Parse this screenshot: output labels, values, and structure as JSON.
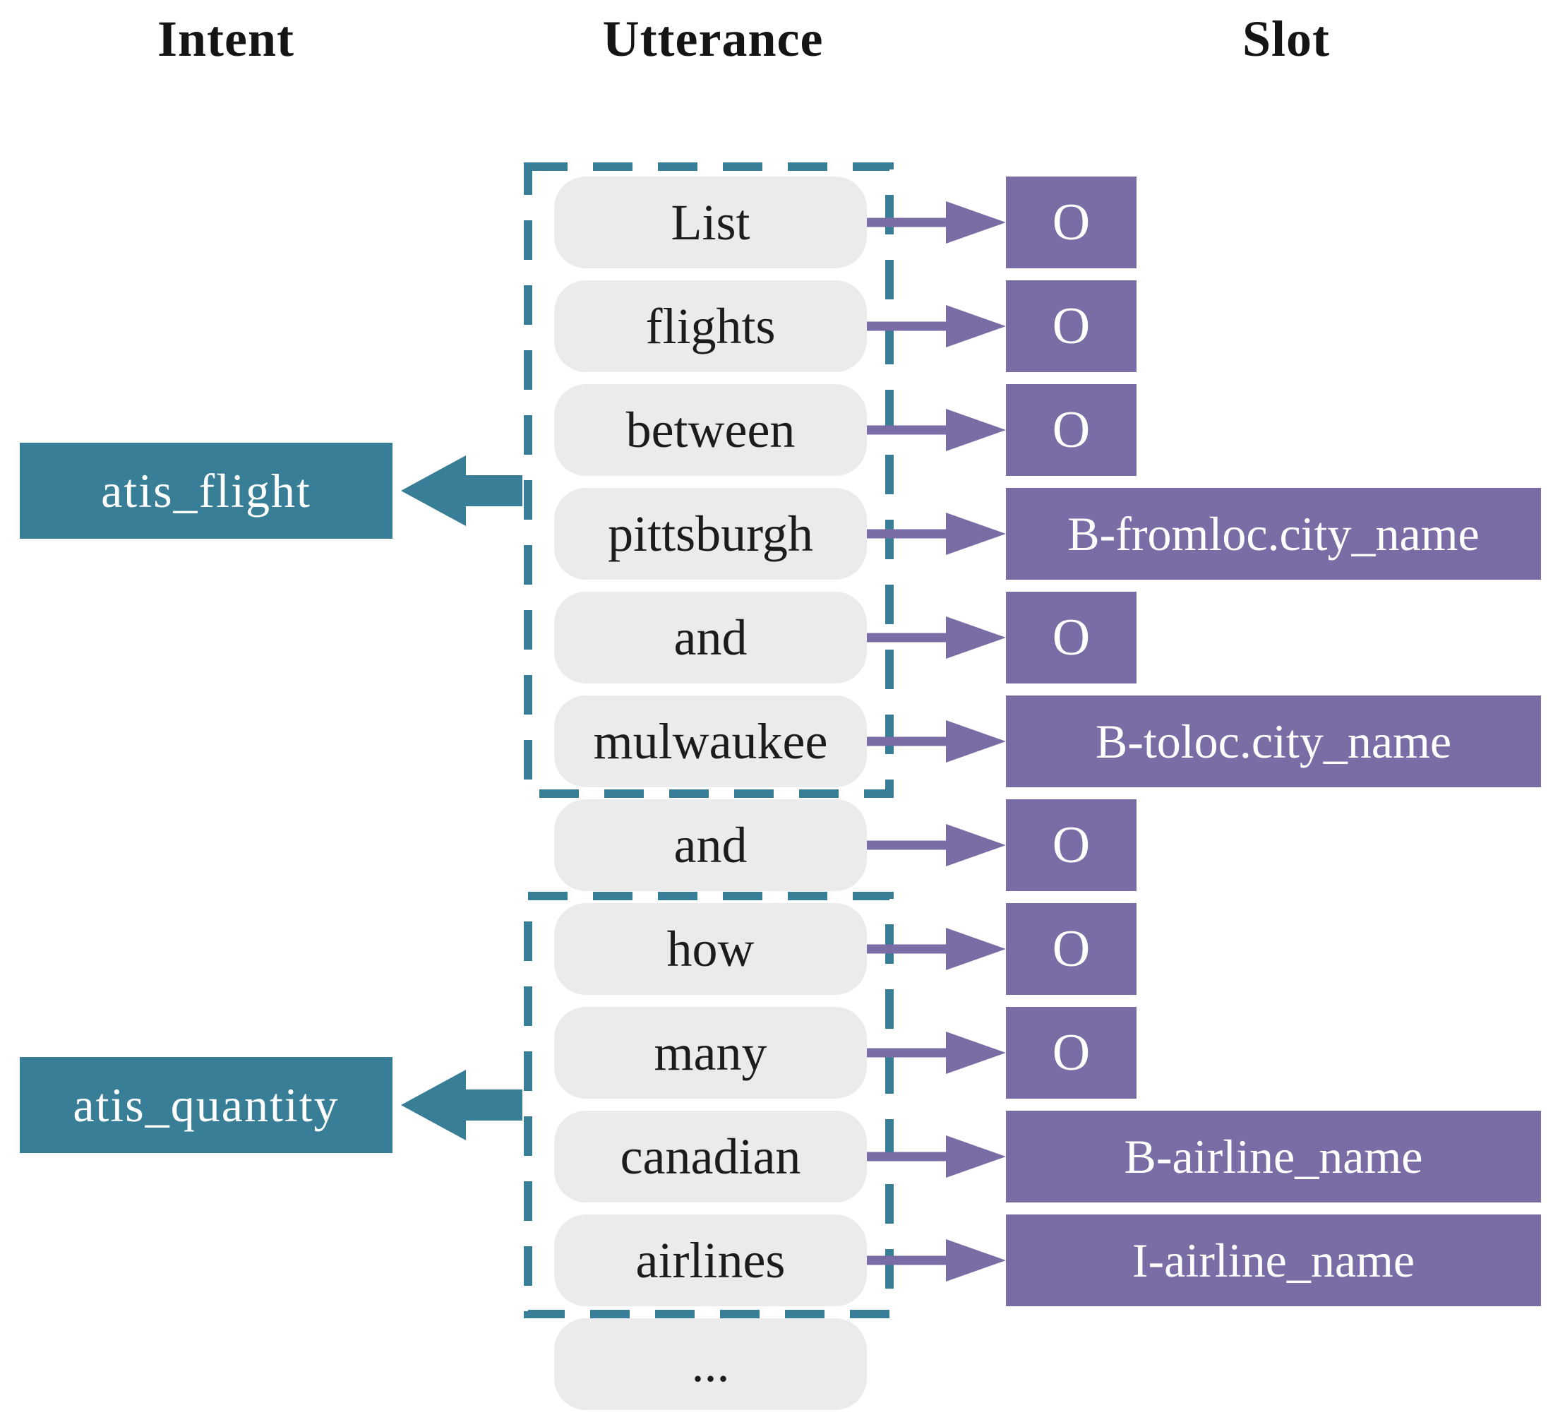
{
  "figure": {
    "description": "Example of intent detection and slot filling on two ATIS utterances",
    "background": "#ffffff"
  },
  "headers": {
    "intent": "Intent",
    "utterance": "Utterance",
    "slot": "Slot"
  },
  "colors": {
    "intent_teal": "#377E96",
    "slot_purple": "#7A6CA5",
    "token_gray": "#EBEBEB",
    "text_dark": "#1c1c1c",
    "text_light": "#ffffff"
  },
  "icons": {
    "intent_arrow": "arrow-left",
    "slot_arrow": "arrow-right"
  },
  "intents": [
    {
      "label": "atis_flight",
      "covers_tokens": "List flights between pittsburgh and mulwaukee"
    },
    {
      "label": "atis_quantity",
      "covers_tokens": "how many canadian airlines"
    }
  ],
  "rows": [
    {
      "token": "List",
      "slot": "O"
    },
    {
      "token": "flights",
      "slot": "O"
    },
    {
      "token": "between",
      "slot": "O"
    },
    {
      "token": "pittsburgh",
      "slot": "B-fromloc.city_name"
    },
    {
      "token": "and",
      "slot": "O"
    },
    {
      "token": "mulwaukee",
      "slot": "B-toloc.city_name"
    },
    {
      "token": "and",
      "slot": "O"
    },
    {
      "token": "how",
      "slot": "O"
    },
    {
      "token": "many",
      "slot": "O"
    },
    {
      "token": "canadian",
      "slot": "B-airline_name"
    },
    {
      "token": "airlines",
      "slot": "I-airline_name"
    },
    {
      "token": "..."
    }
  ]
}
